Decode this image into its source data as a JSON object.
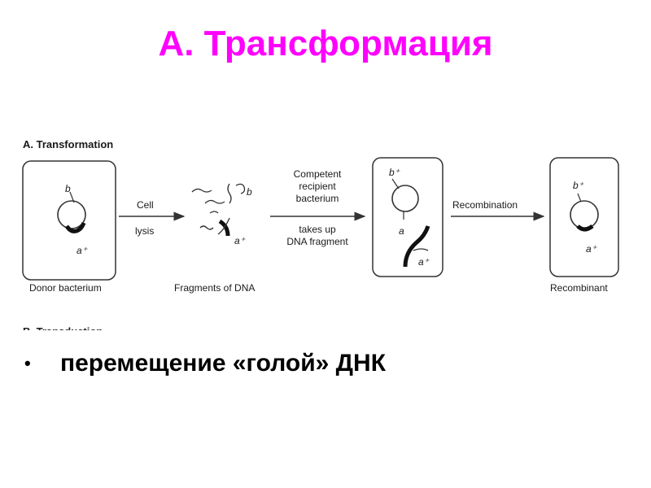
{
  "slide": {
    "title": "А. Трансформация",
    "bullet": "перемещение «голой» ДНК",
    "title_color": "#ff00ff"
  },
  "figure": {
    "heading": "A. Transformation",
    "cut_heading": "B. Transduction",
    "donor": {
      "caption": "Donor bacterium",
      "gene_b": "b",
      "gene_a": "a⁺"
    },
    "arrow1": {
      "top": "Cell",
      "bottom": "lysis"
    },
    "fragments": {
      "caption": "Fragments of DNA",
      "gene_b": "b",
      "gene_a": "a⁺"
    },
    "arrow2": {
      "top": [
        "Competent",
        "recipient",
        "bacterium"
      ],
      "bottom": [
        "takes up",
        "DNA fragment"
      ]
    },
    "recipient": {
      "gene_b": "b⁺",
      "gene_a": "a",
      "fragment_gene": "a⁺"
    },
    "arrow3": {
      "label": "Recombination"
    },
    "recombinant": {
      "caption": "Recombinant",
      "gene_b": "b⁺",
      "gene_a": "a⁺"
    }
  }
}
